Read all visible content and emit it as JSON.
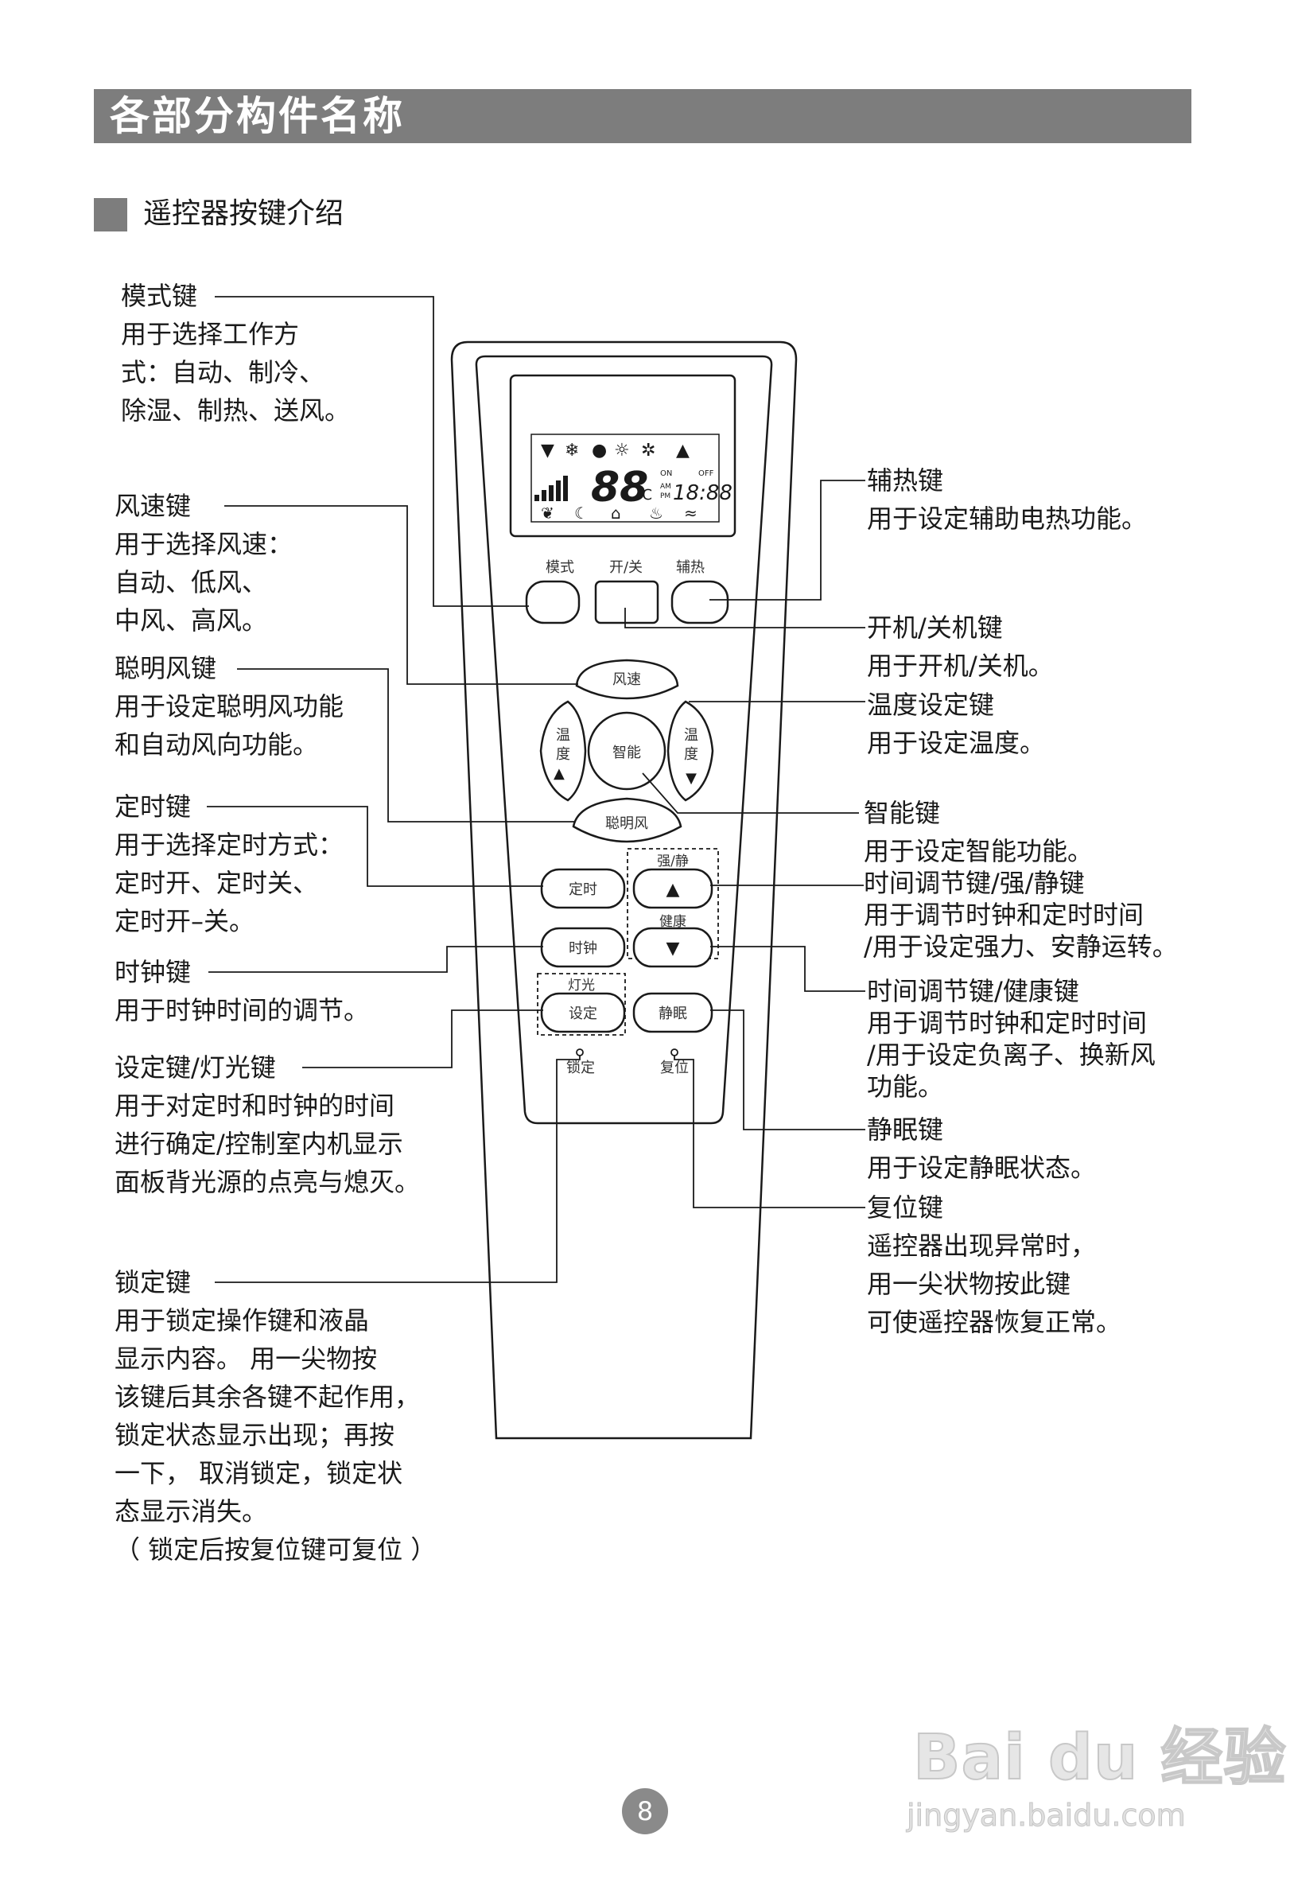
{
  "header": {
    "title": "各部分构件名称"
  },
  "section": {
    "title": "遥控器按键介绍"
  },
  "remote": {
    "lcd": {
      "big_digits": "88",
      "unit": "℃",
      "clock": "18:88",
      "on": "ON",
      "off": "OFF",
      "am": "AM",
      "pm": "PM"
    },
    "buttons": {
      "mode": "模式",
      "power": "开/关",
      "aux_heat": "辅热",
      "fan_speed": "风速",
      "temp_left_1": "温",
      "temp_left_2": "度",
      "smart": "智能",
      "temp_right_1": "温",
      "temp_right_2": "度",
      "smart_wind": "聪明风",
      "timer": "定时",
      "clock": "时钟",
      "strong_quiet": "强/静",
      "health": "健康",
      "light": "灯光",
      "set": "设定",
      "sleep": "静眠",
      "lock": "锁定",
      "reset": "复位"
    }
  },
  "labels": {
    "mode": [
      "模式键",
      "用于选择工作方",
      "式：自动、制冷、",
      "除湿、制热、送风。"
    ],
    "fan_speed": [
      "风速键",
      "用于选择风速：",
      "自动、低风、",
      "中风、高风。"
    ],
    "smart_wind": [
      "聪明风键",
      "用于设定聪明风功能",
      "和自动风向功能。"
    ],
    "timer": [
      "定时键",
      "用于选择定时方式：",
      "定时开、定时关、",
      "定时开–关。"
    ],
    "clock": [
      "时钟键",
      "用于时钟时间的调节。"
    ],
    "set_light": [
      "设定键/灯光键",
      "用于对定时和时钟的时间",
      "进行确定/控制室内机显示",
      "面板背光源的点亮与熄灭。"
    ],
    "lock": [
      "锁定键",
      "用于锁定操作键和液晶",
      "显示内容。 用一尖物按",
      "该键后其余各键不起作用，",
      "锁定状态显示出现；再按",
      "一下， 取消锁定，锁定状",
      "态显示消失。",
      "（ 锁定后按复位键可复位 ）"
    ],
    "aux_heat": [
      "辅热键",
      "用于设定辅助电热功能。"
    ],
    "power": [
      "开机/关机键",
      "用于开机/关机。"
    ],
    "temp": [
      "温度设定键",
      "用于设定温度。"
    ],
    "smart": [
      "智能键",
      "用于设定智能功能。"
    ],
    "time_strong": [
      "时间调节键/强/静键",
      "用于调节时钟和定时时间",
      "/用于设定强力、安静运转。"
    ],
    "time_health": [
      "时间调节键/健康键",
      "用于调节时钟和定时时间",
      "/用于设定负离子、换新风",
      "功能。"
    ],
    "sleep": [
      "静眠键",
      "用于设定静眠状态。"
    ],
    "reset": [
      "复位键",
      "遥控器出现异常时，",
      "用一尖状物按此键",
      "可使遥控器恢复正常。"
    ]
  },
  "footer": {
    "page_number": "8",
    "watermark_logo": "Bai du 经验",
    "watermark_url": "jingyan.baidu.com"
  }
}
